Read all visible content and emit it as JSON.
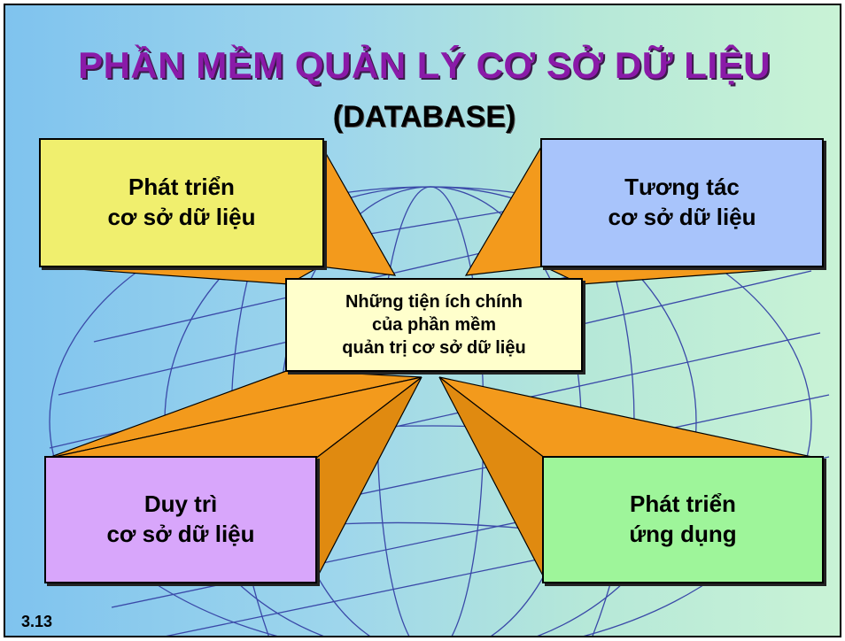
{
  "slide": {
    "title": "PHẦN MỀM QUẢN LÝ CƠ SỞ DỮ LIỆU",
    "subtitle": "(DATABASE)",
    "page_number": "3.13"
  },
  "center": {
    "line1": "Những tiện ích chính",
    "line2": "của phần mềm",
    "line3": "quản trị cơ sở dữ liệu"
  },
  "boxes": [
    {
      "line1": "Phát triển",
      "line2": "cơ sở dữ liệu"
    },
    {
      "line1": "Tương tác",
      "line2": "cơ sở dữ liệu"
    },
    {
      "line1": "Duy trì",
      "line2": "cơ sở dữ liệu"
    },
    {
      "line1": "Phát triển",
      "line2": "ứng dụng"
    }
  ],
  "colors": {
    "title": "#8a1aa8",
    "star": "#f39a1c",
    "star_dark": "#b86a08",
    "box_top_left": "#f0ef6e",
    "box_top_right": "#a8c4fb",
    "box_bottom_left": "#d8a6fb",
    "box_bottom_right": "#9ef59a",
    "center_box": "#ffffcc",
    "globe_lines": "#3a49a8"
  }
}
